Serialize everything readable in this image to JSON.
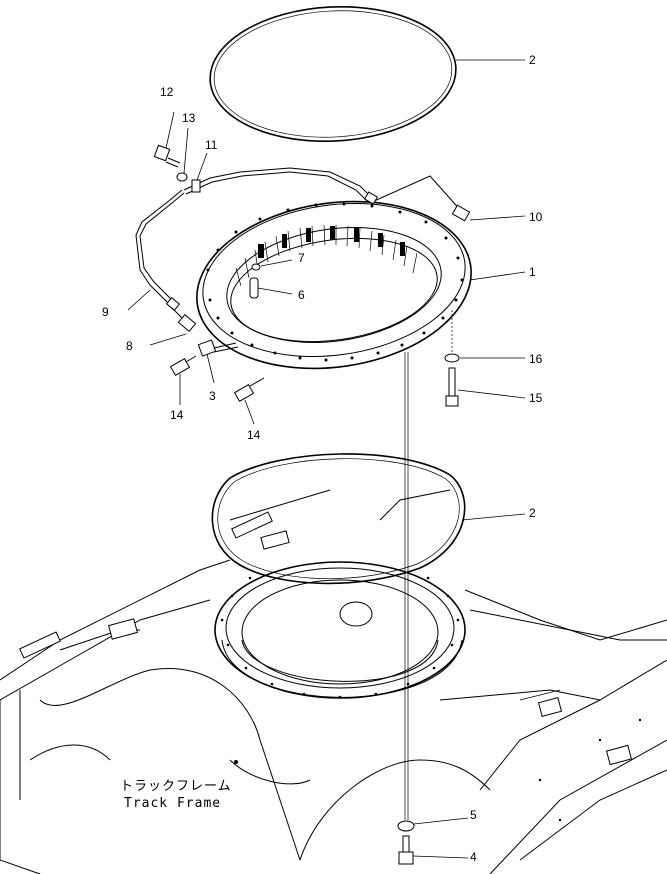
{
  "callouts": {
    "c1": "1",
    "c2a": "2",
    "c2b": "2",
    "c3": "3",
    "c4": "4",
    "c5": "5",
    "c6": "6",
    "c7": "7",
    "c8": "8",
    "c9": "9",
    "c10": "10",
    "c11": "11",
    "c12": "12",
    "c13": "13",
    "c14a": "14",
    "c14b": "14",
    "c15": "15",
    "c16": "16"
  },
  "caption": {
    "japanese": "トラックフレーム",
    "english": "Track Frame"
  }
}
